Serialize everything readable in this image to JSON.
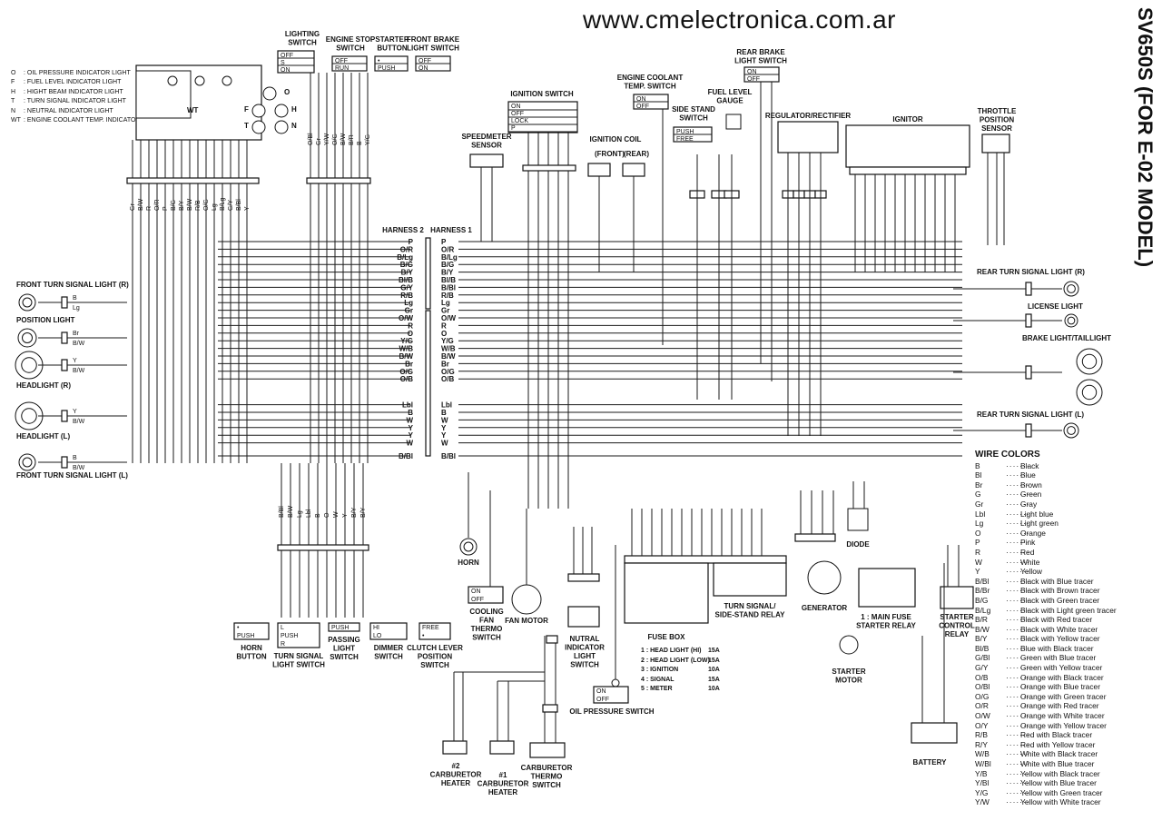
{
  "website": "www.cmelectronica.com.ar",
  "title": "SV650S (FOR E-02 MODEL)",
  "indicator_legend": [
    {
      "key": "O",
      "text": ": OIL PRESSURE INDICATOR LIGHT"
    },
    {
      "key": "F",
      "text": ": FUEL LEVEL INDICATOR LIGHT"
    },
    {
      "key": "H",
      "text": ": HIGHT BEAM INDICATOR LIGHT"
    },
    {
      "key": "T",
      "text": ": TURN SIGNAL INDICATOR LIGHT"
    },
    {
      "key": "N",
      "text": ": NEUTRAL INDICATOR LIGHT"
    },
    {
      "key": "WT",
      "text": ": ENGINE COOLANT TEMP. INDICATOR"
    }
  ],
  "components": {
    "lighting_switch": [
      "LIGHTING",
      "SWITCH"
    ],
    "engine_stop_switch": [
      "ENGINE STOP",
      "SWITCH"
    ],
    "starter_button": [
      "STARTER",
      "BUTTON"
    ],
    "front_brake_switch": [
      "FRONT BRAKE",
      "LIGHT SWITCH"
    ],
    "ignition_switch": "IGNITION SWITCH",
    "engine_coolant_switch": [
      "ENGINE COOLANT",
      "TEMP. SWITCH"
    ],
    "rear_brake_switch": [
      "REAR BRAKE",
      "LIGHT SWITCH"
    ],
    "fuel_level_gauge": [
      "FUEL LEVEL",
      "GAUGE"
    ],
    "side_stand_switch": [
      "SIDE STAND",
      "SWITCH"
    ],
    "regulator": "REGULATOR/RECTIFIER",
    "ignitor": "IGNITOR",
    "tps": [
      "THROTTLE",
      "POSITION",
      "SENSOR"
    ],
    "speedometer_sensor": [
      "SPEEDMETER",
      "SENSOR"
    ],
    "ignition_coil": [
      "IGNITION COIL",
      "(FRONT)",
      "(REAR)"
    ],
    "harness2": "HARNESS 2",
    "harness1": "HARNESS 1",
    "front_turn_r": "FRONT TURN SIGNAL LIGHT (R)",
    "position_light": "POSITION LIGHT",
    "headlight_r": "HEADLIGHT (R)",
    "headlight_l": "HEADLIGHT (L)",
    "front_turn_l": "FRONT TURN SIGNAL LIGHT (L)",
    "rear_turn_r": "REAR TURN SIGNAL LIGHT (R)",
    "license_light": "LICENSE LIGHT",
    "brake_light": "BRAKE LIGHT/TAILLIGHT",
    "rear_turn_l": "REAR TURN SIGNAL LIGHT (L)",
    "horn": "HORN",
    "cooling_fan": [
      "COOLING",
      "FAN",
      "THERMO",
      "SWITCH"
    ],
    "fan_motor": "FAN MOTOR",
    "neutral_switch": [
      "NUTRAL",
      "INDICATOR",
      "LIGHT",
      "SWITCH"
    ],
    "fuse_box": "FUSE BOX",
    "turn_relay": [
      "TURN SIGNAL/",
      "SIDE-STAND RELAY"
    ],
    "generator": "GENERATOR",
    "diode": "DIODE",
    "starter_relay": [
      "1 : MAIN FUSE",
      "STARTER RELAY"
    ],
    "starter_control": [
      "STARTER",
      "CONTROL",
      "RELAY"
    ],
    "starter_motor": [
      "STARTER",
      "MOTOR"
    ],
    "battery": "BATTERY",
    "oil_switch": "OIL PRESSURE SWITCH",
    "horn_button": [
      "HORN",
      "BUTTON"
    ],
    "turn_switch": [
      "TURN SIGNAL",
      "LIGHT SWITCH"
    ],
    "passing_switch": [
      "PASSING",
      "LIGHT",
      "SWITCH"
    ],
    "dimmer_switch": [
      "DIMMER",
      "SWITCH"
    ],
    "clutch_switch": [
      "CLUTCH LEVER",
      "POSITION",
      "SWITCH"
    ],
    "carb2": [
      "#2",
      "CARBURETOR",
      "HEATER"
    ],
    "carb1": [
      "#1",
      "CARBURETOR",
      "HEATER"
    ],
    "carb_thermo": [
      "CARBURETOR",
      "THERMO",
      "SWITCH"
    ]
  },
  "fuses": [
    {
      "name": "1 : HEAD LIGHT (HI)",
      "amp": "15A"
    },
    {
      "name": "2 : HEAD LIGHT (LOW)",
      "amp": "15A"
    },
    {
      "name": "3 : IGNITION",
      "amp": "10A"
    },
    {
      "name": "4 : SIGNAL",
      "amp": "15A"
    },
    {
      "name": "5 : METER",
      "amp": "10A"
    }
  ],
  "harness_rows": [
    {
      "l": "P",
      "r": "P"
    },
    {
      "l": "O/R",
      "r": "O/R"
    },
    {
      "l": "B/Lg",
      "r": "B/Lg"
    },
    {
      "l": "B/G",
      "r": "B/G"
    },
    {
      "l": "B/Y",
      "r": "B/Y"
    },
    {
      "l": "Bl/B",
      "r": "Bl/B"
    },
    {
      "l": "G/Y",
      "r": "B/Bl"
    },
    {
      "l": "R/B",
      "r": "R/B"
    },
    {
      "l": "Lg",
      "r": "Lg"
    },
    {
      "l": "Gr",
      "r": "Gr"
    },
    {
      "l": "O/W",
      "r": "O/W"
    },
    {
      "l": "R",
      "r": "R"
    },
    {
      "l": "O",
      "r": "O"
    },
    {
      "l": "Y/G",
      "r": "Y/G"
    },
    {
      "l": "W/B",
      "r": "W/B"
    },
    {
      "l": "B/W",
      "r": "B/W"
    },
    {
      "l": "Br",
      "r": "Br"
    },
    {
      "l": "O/G",
      "r": "O/G"
    },
    {
      "l": "O/B",
      "r": "O/B"
    },
    {
      "l": "Lbl",
      "r": "Lbl"
    },
    {
      "l": "B",
      "r": "B"
    },
    {
      "l": "W",
      "r": "W"
    },
    {
      "l": "Y",
      "r": "Y"
    },
    {
      "l": "Y",
      "r": "Y"
    },
    {
      "l": "W",
      "r": "W"
    },
    {
      "l": "B/Bl",
      "r": "B/Bl"
    }
  ],
  "wire_colors_title": "WIRE COLORS",
  "wire_colors": [
    {
      "code": "B",
      "name": "Black"
    },
    {
      "code": "Bl",
      "name": "Blue"
    },
    {
      "code": "Br",
      "name": "Brown"
    },
    {
      "code": "G",
      "name": "Green"
    },
    {
      "code": "Gr",
      "name": "Gray"
    },
    {
      "code": "Lbl",
      "name": "Light blue"
    },
    {
      "code": "Lg",
      "name": "Light green"
    },
    {
      "code": "O",
      "name": "Orange"
    },
    {
      "code": "P",
      "name": "Pink"
    },
    {
      "code": "R",
      "name": "Red"
    },
    {
      "code": "W",
      "name": "White"
    },
    {
      "code": "Y",
      "name": "Yellow"
    },
    {
      "code": "B/Bl",
      "name": "Black with Blue tracer"
    },
    {
      "code": "B/Br",
      "name": "Black with Brown tracer"
    },
    {
      "code": "B/G",
      "name": "Black with Green tracer"
    },
    {
      "code": "B/Lg",
      "name": "Black with Light green tracer"
    },
    {
      "code": "B/R",
      "name": "Black with Red tracer"
    },
    {
      "code": "B/W",
      "name": "Black with White tracer"
    },
    {
      "code": "B/Y",
      "name": "Black with Yellow tracer"
    },
    {
      "code": "Bl/B",
      "name": "Blue with Black tracer"
    },
    {
      "code": "G/Bl",
      "name": "Green with Blue tracer"
    },
    {
      "code": "G/Y",
      "name": "Green with Yellow tracer"
    },
    {
      "code": "O/B",
      "name": "Orange with Black tracer"
    },
    {
      "code": "O/Bl",
      "name": "Orange with Blue tracer"
    },
    {
      "code": "O/G",
      "name": "Orange with Green tracer"
    },
    {
      "code": "O/R",
      "name": "Orange with Red tracer"
    },
    {
      "code": "O/W",
      "name": "Orange with White tracer"
    },
    {
      "code": "O/Y",
      "name": "Orange with Yellow tracer"
    },
    {
      "code": "R/B",
      "name": "Red with Black tracer"
    },
    {
      "code": "R/Y",
      "name": "Red with Yellow tracer"
    },
    {
      "code": "W/B",
      "name": "White with Black tracer"
    },
    {
      "code": "W/Bl",
      "name": "White with Blue tracer"
    },
    {
      "code": "Y/B",
      "name": "Yellow with Black tracer"
    },
    {
      "code": "Y/Bl",
      "name": "Yellow with Blue tracer"
    },
    {
      "code": "Y/G",
      "name": "Yellow with Green tracer"
    },
    {
      "code": "Y/W",
      "name": "Yellow with White tracer"
    }
  ],
  "misc": {
    "off": "OFF",
    "on": "ON",
    "run": "RUN",
    "push": "PUSH",
    "free": "FREE",
    "lock": "LOCK",
    "p": "P",
    "s": "S",
    "hi": "HI",
    "lo": "LO",
    "l": "L",
    "r": "R",
    "wt": "WT"
  }
}
